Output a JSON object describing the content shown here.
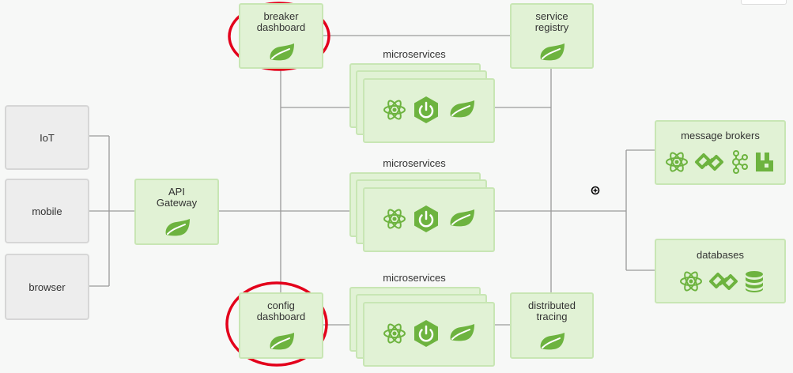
{
  "clients": [
    {
      "id": "iot",
      "label": "IoT"
    },
    {
      "id": "mobile",
      "label": "mobile"
    },
    {
      "id": "browser",
      "label": "browser"
    }
  ],
  "gateway": {
    "label_line1": "API",
    "label_line2": "Gateway"
  },
  "breaker": {
    "label_line1": "breaker",
    "label_line2": "dashboard"
  },
  "config": {
    "label_line1": "config",
    "label_line2": "dashboard"
  },
  "registry": {
    "label_line1": "service",
    "label_line2": "registry"
  },
  "tracing": {
    "label_line1": "distributed",
    "label_line2": "tracing"
  },
  "microservices": [
    {
      "label": "microservices",
      "icons": [
        "atom-icon",
        "power-hexagon-icon",
        "spring-leaf-icon"
      ]
    },
    {
      "label": "microservices",
      "icons": [
        "atom-icon",
        "power-hexagon-icon",
        "spring-leaf-icon"
      ]
    },
    {
      "label": "microservices",
      "icons": [
        "atom-icon",
        "power-hexagon-icon",
        "spring-leaf-icon"
      ]
    }
  ],
  "brokers": {
    "label": "message brokers",
    "icons": [
      "atom-icon",
      "chain-link-icon",
      "kafka-icon",
      "rabbitmq-icon"
    ]
  },
  "databases": {
    "label": "databases",
    "icons": [
      "atom-icon",
      "chain-link-icon",
      "database-icon"
    ]
  },
  "colors": {
    "green_fill": "#e1f2d5",
    "green_border": "#c8e6b4",
    "icon_green": "#6db33f",
    "line": "#9a9a9a",
    "highlight_red": "#e3001b",
    "client_fill": "#ededed"
  }
}
